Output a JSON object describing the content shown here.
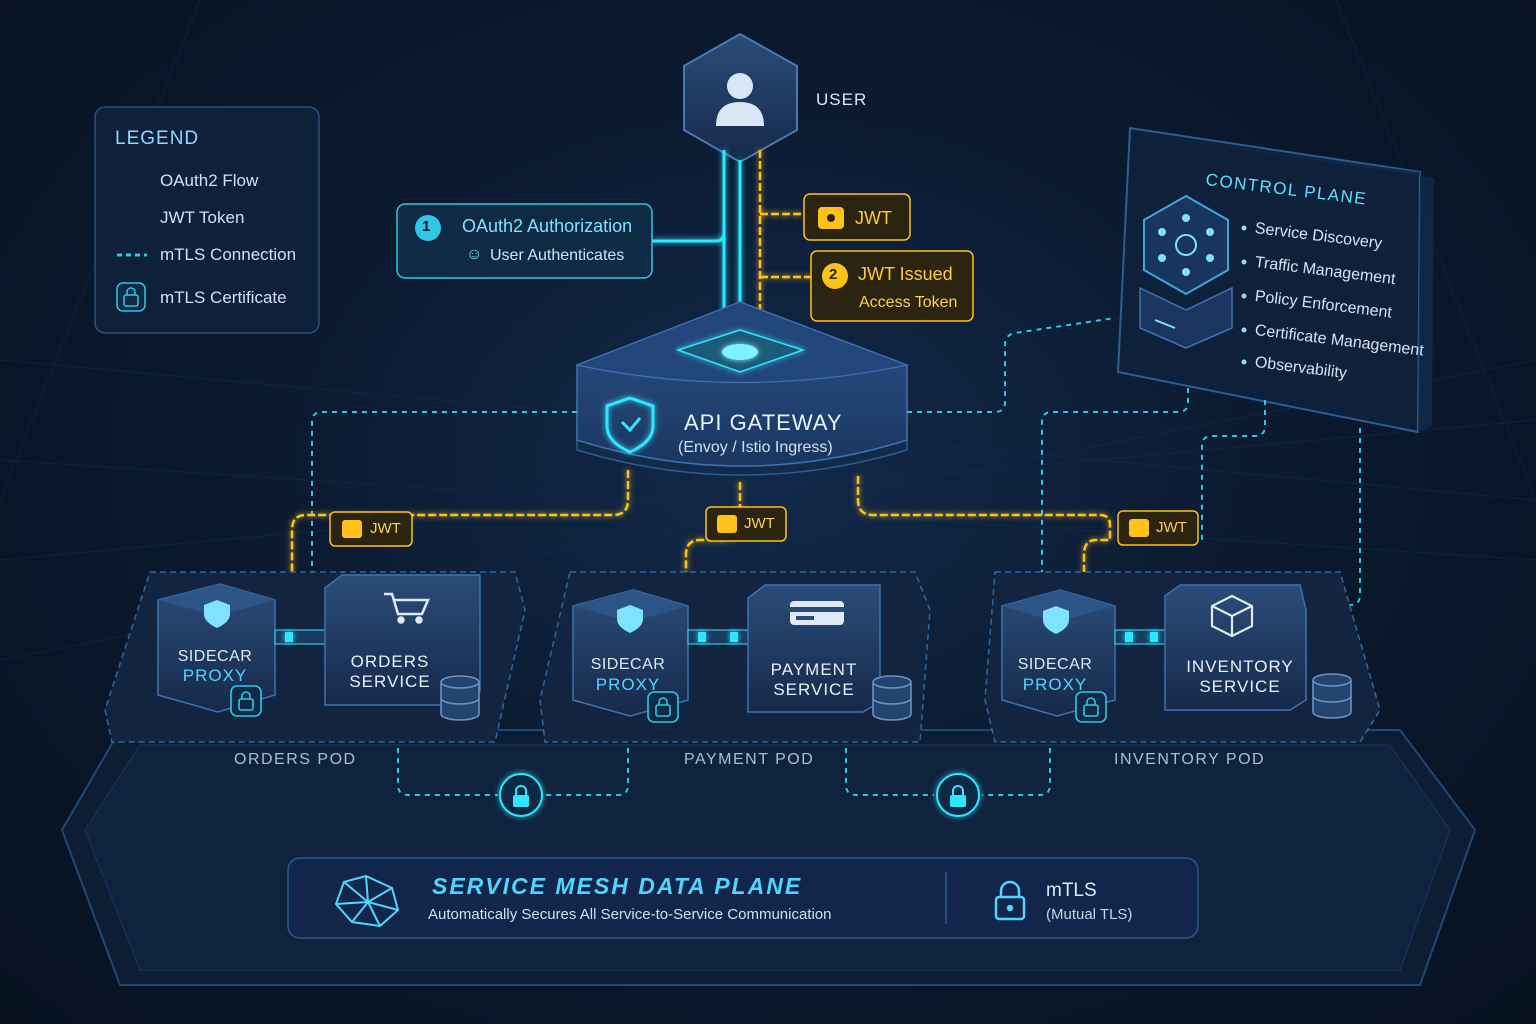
{
  "legend": {
    "title": "LEGEND",
    "items": [
      {
        "label": "OAuth2 Flow",
        "icon": "cyan-line-icon",
        "color": "#2ee6ff"
      },
      {
        "label": "JWT Token",
        "icon": "yellow-line-icon",
        "color": "#ffc21a"
      },
      {
        "label": "mTLS Connection",
        "icon": "dashed-line-icon",
        "color": "#2ec8e6"
      },
      {
        "label": "mTLS Certificate",
        "icon": "lock-icon",
        "color": "#2ec8e6"
      }
    ]
  },
  "user": {
    "label": "USER",
    "icon": "user-icon"
  },
  "step1": {
    "number": "1",
    "title": "OAuth2 Authorization",
    "subtitle": "User Authenticates"
  },
  "jwt_top": {
    "label": "JWT"
  },
  "step2": {
    "number": "2",
    "title": "JWT Issued",
    "subtitle": "Access Token"
  },
  "gateway": {
    "title": "API GATEWAY",
    "subtitle": "(Envoy / Istio Ingress)",
    "icon": "shield-icon"
  },
  "control_plane": {
    "title": "CONTROL PLANE",
    "icon": "network-hub-icon",
    "items": [
      "Service Discovery",
      "Traffic Management",
      "Policy Enforcement",
      "Certificate Management",
      "Observability"
    ]
  },
  "jwt_badges": [
    "JWT",
    "JWT",
    "JWT"
  ],
  "pods": [
    {
      "pod_label": "ORDERS POD",
      "proxy_line1": "SIDECAR",
      "proxy_line2": "PROXY",
      "service_line1": "ORDERS",
      "service_line2": "SERVICE",
      "service_icon": "cart-icon"
    },
    {
      "pod_label": "PAYMENT POD",
      "proxy_line1": "SIDECAR",
      "proxy_line2": "PROXY",
      "service_line1": "PAYMENT",
      "service_line2": "SERVICE",
      "service_icon": "credit-card-icon"
    },
    {
      "pod_label": "INVENTORY POD",
      "proxy_line1": "SIDECAR",
      "proxy_line2": "PROXY",
      "service_line1": "INVENTORY",
      "service_line2": "SERVICE",
      "service_icon": "box-icon"
    }
  ],
  "data_plane": {
    "title": "SERVICE MESH DATA PLANE",
    "subtitle": "Automatically Secures All Service-to-Service Communication",
    "icon": "mesh-icon",
    "mtls_title": "mTLS",
    "mtls_subtitle": "(Mutual TLS)"
  },
  "colors": {
    "cyan": "#2ee6ff",
    "yellow": "#ffc21a",
    "background": "#0b1a30"
  }
}
